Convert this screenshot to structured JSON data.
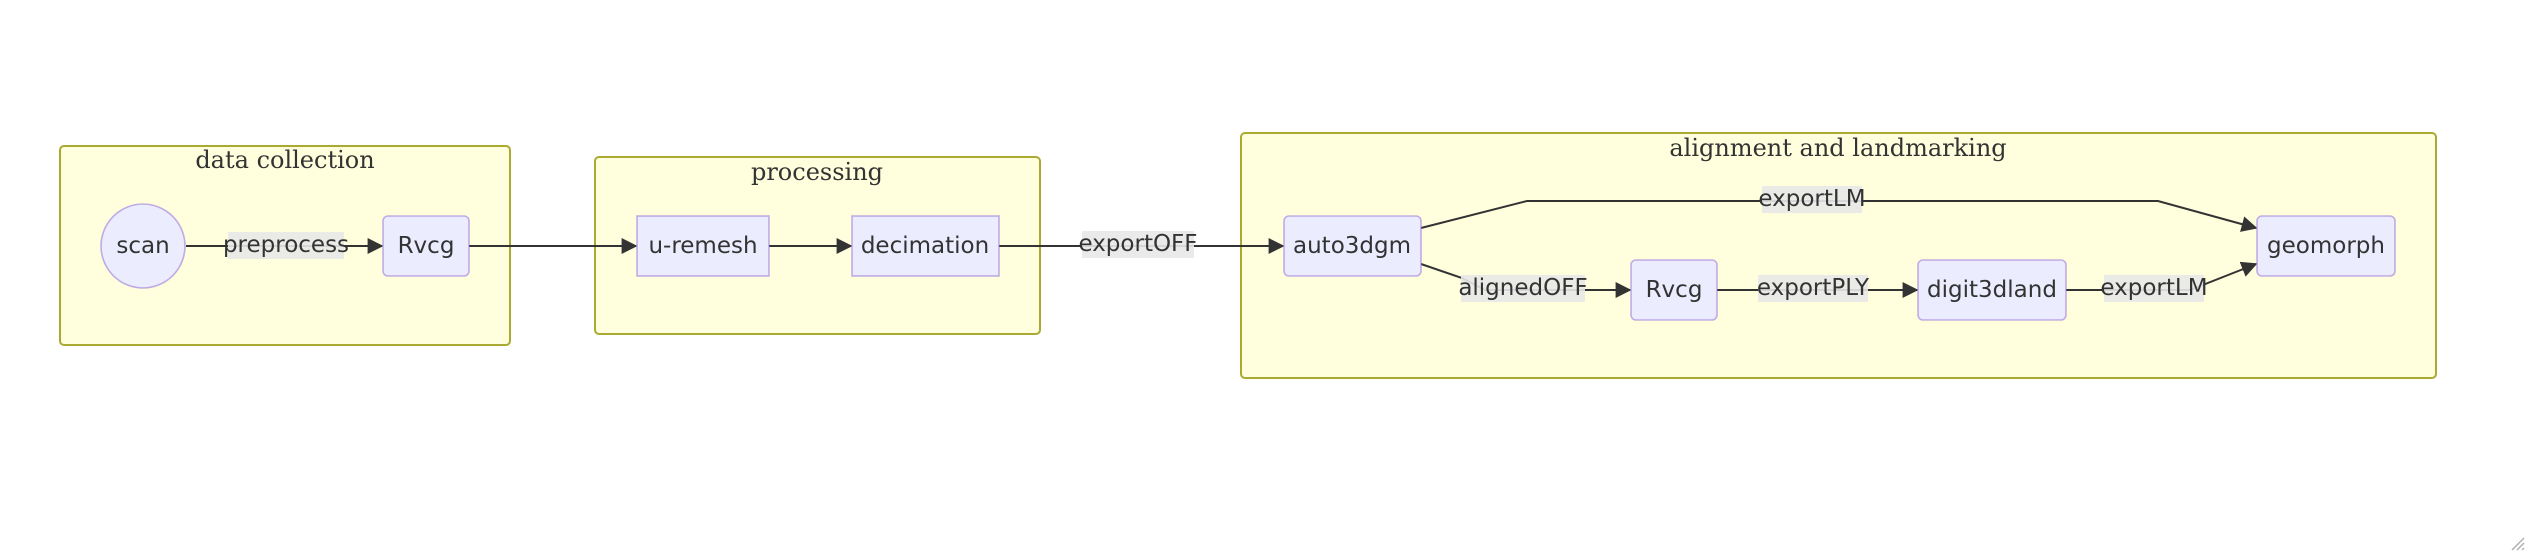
{
  "diagram": {
    "clusters": {
      "data_collection": "data collection",
      "processing": "processing",
      "alignment": "alignment and landmarking"
    },
    "nodes": {
      "scan": "scan",
      "rvcg1": "Rvcg",
      "uremesh": "u-remesh",
      "decimation": "decimation",
      "auto3dgm": "auto3dgm",
      "rvcg2": "Rvcg",
      "digit3dland": "digit3dland",
      "geomorph": "geomorph"
    },
    "edges": {
      "scan_rvcg": "preprocess",
      "rvcg_uremesh": "",
      "uremesh_decimation": "",
      "decimation_auto3dgm": "exportOFF",
      "auto3dgm_geomorph": "exportLM",
      "auto3dgm_rvcg": "alignedOFF",
      "rvcg_digit3dland": "exportPLY",
      "digit3dland_geomorph": "exportLM"
    }
  },
  "colors": {
    "cluster_fill": "#ffffde",
    "cluster_stroke": "#aaaa33",
    "node_fill": "#ececff",
    "node_stroke": "#9370db",
    "edge": "#333333",
    "edge_label_bg": "#e8e8e8"
  }
}
